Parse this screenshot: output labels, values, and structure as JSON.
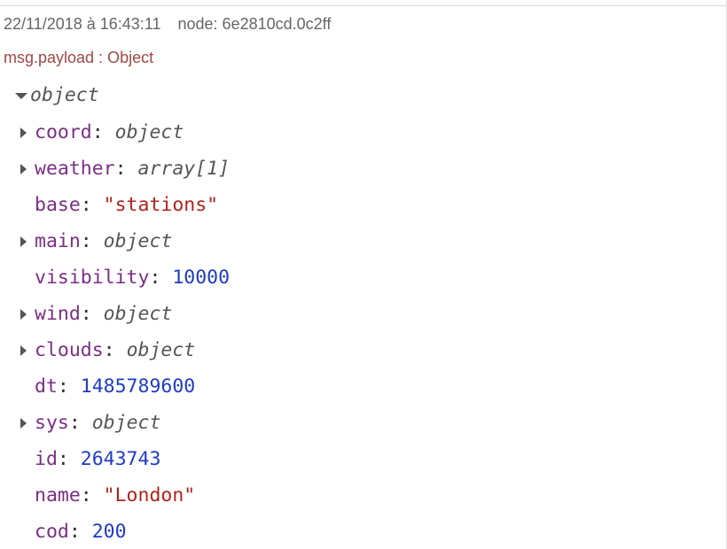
{
  "debug_message": {
    "timestamp": "22/11/2018 à 16:43:11",
    "node": "node: 6e2810cd.0c2ff",
    "topic": "msg.payload : Object",
    "root_type": "object",
    "properties": [
      {
        "key": "coord",
        "value": "object",
        "kind": "object",
        "expandable": true,
        "expanded": false
      },
      {
        "key": "weather",
        "value": "array[1]",
        "kind": "array",
        "expandable": true,
        "expanded": false
      },
      {
        "key": "base",
        "value": "\"stations\"",
        "kind": "string",
        "expandable": false
      },
      {
        "key": "main",
        "value": "object",
        "kind": "object",
        "expandable": true,
        "expanded": false
      },
      {
        "key": "visibility",
        "value": "10000",
        "kind": "number",
        "expandable": false
      },
      {
        "key": "wind",
        "value": "object",
        "kind": "object",
        "expandable": true,
        "expanded": false
      },
      {
        "key": "clouds",
        "value": "object",
        "kind": "object",
        "expandable": true,
        "expanded": false
      },
      {
        "key": "dt",
        "value": "1485789600",
        "kind": "number",
        "expandable": false
      },
      {
        "key": "sys",
        "value": "object",
        "kind": "object",
        "expandable": true,
        "expanded": false
      },
      {
        "key": "id",
        "value": "2643743",
        "kind": "number",
        "expandable": false
      },
      {
        "key": "name",
        "value": "\"London\"",
        "kind": "string",
        "expandable": false
      },
      {
        "key": "cod",
        "value": "200",
        "kind": "number",
        "expandable": false
      }
    ]
  },
  "colors": {
    "meta_text": "#666666",
    "topic": "#a04844",
    "key": "#7a2f84",
    "string": "#b2221e",
    "number": "#1f3bc6",
    "type": "#555555",
    "caret": "#555555"
  }
}
